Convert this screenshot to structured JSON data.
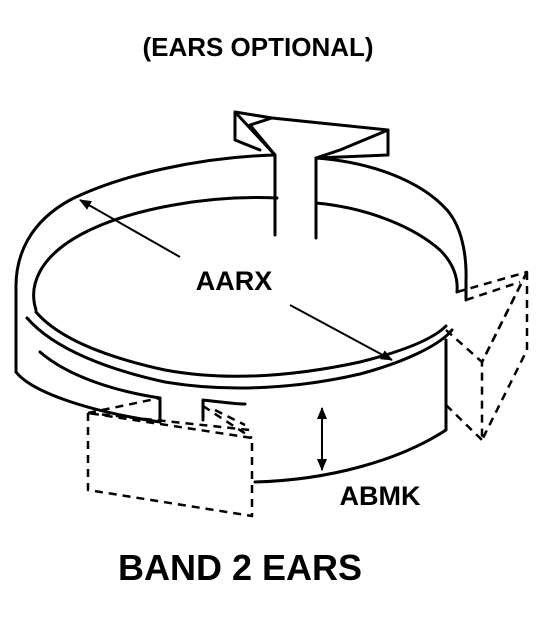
{
  "labels": {
    "header": "(EARS OPTIONAL)",
    "diameter": "AARX",
    "height": "ABMK",
    "title": "BAND 2 EARS"
  },
  "colors": {
    "ink": "#000000",
    "background": "#ffffff"
  }
}
